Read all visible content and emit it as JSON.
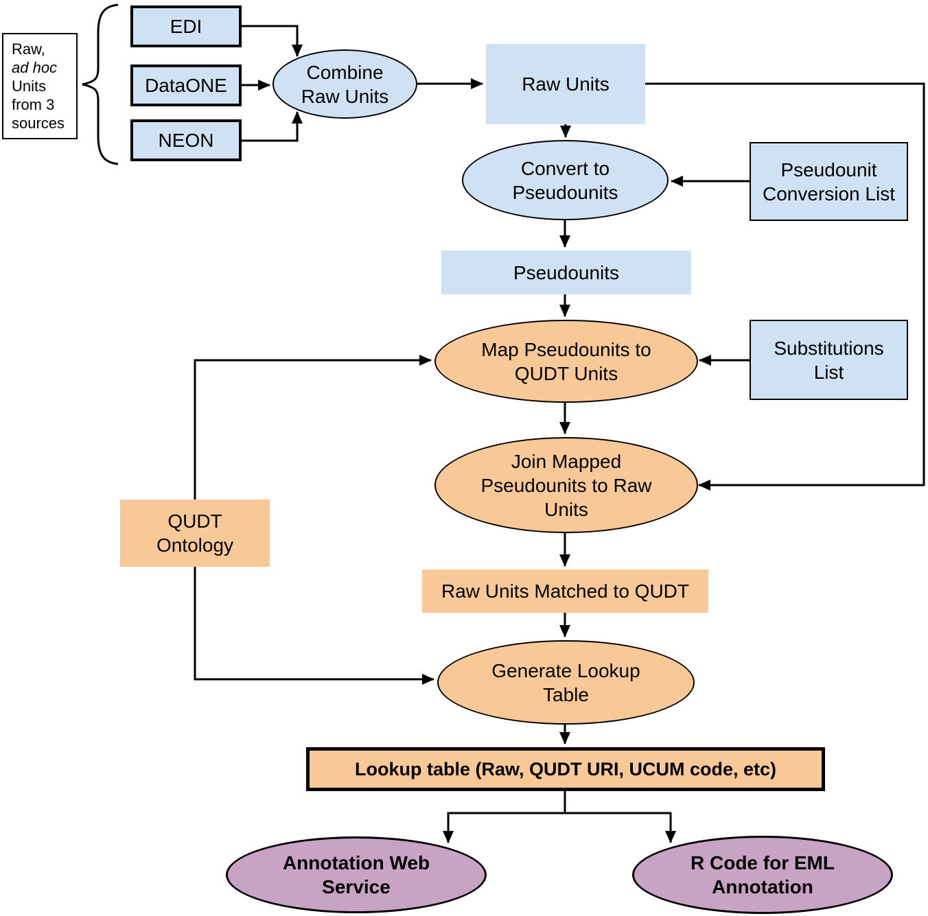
{
  "diagram": {
    "title_note": {
      "line1": "Raw,",
      "italic_line": "ad hoc",
      "rest": [
        "Units",
        "from 3",
        "sources"
      ]
    },
    "nodes": {
      "edi": {
        "label": "EDI"
      },
      "dataone": {
        "label": "DataONE"
      },
      "neon": {
        "label": "NEON"
      },
      "combine": {
        "label": [
          "Combine",
          "Raw Units"
        ]
      },
      "raw_units": {
        "label": "Raw Units"
      },
      "convert": {
        "label": [
          "Convert to",
          "Pseudounits"
        ]
      },
      "conversion_list": {
        "label": [
          "Pseudounit",
          "Conversion List"
        ]
      },
      "pseudounits": {
        "label": "Pseudounits"
      },
      "map": {
        "label": [
          "Map Pseudounits to",
          "QUDT Units"
        ]
      },
      "substitutions_list": {
        "label": [
          "Substitutions",
          "List"
        ]
      },
      "join": {
        "label": [
          "Join Mapped",
          "Pseudounits to Raw",
          "Units"
        ]
      },
      "qudt_ontology": {
        "label": [
          "QUDT",
          "Ontology"
        ]
      },
      "matched": {
        "label": "Raw Units Matched to QUDT"
      },
      "generate": {
        "label": [
          "Generate Lookup",
          "Table"
        ]
      },
      "lookup_table": {
        "label": "Lookup table (Raw, QUDT URI, UCUM code, etc)"
      },
      "annotation_web_service": {
        "label": [
          "Annotation Web",
          "Service"
        ]
      },
      "r_code_eml": {
        "label": [
          "R Code for EML",
          "Annotation"
        ]
      }
    },
    "colors": {
      "source_blue": "#cfe2f3",
      "process_orange": "#f8c996",
      "output_purple": "#c9a3c4",
      "line_black": "#000000",
      "background": "#ffffff"
    }
  }
}
